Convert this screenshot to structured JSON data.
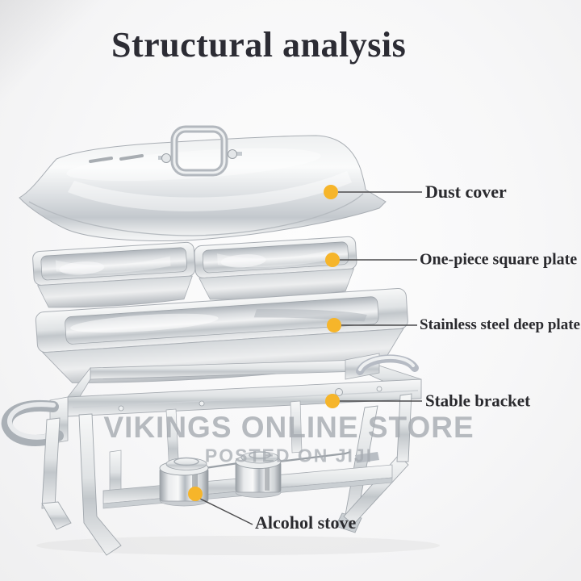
{
  "title": "Structural analysis",
  "product": {
    "name": "chafing-dish",
    "parts": [
      {
        "icon": "dust-cover-lid",
        "label": "Dust cover"
      },
      {
        "icon": "square-food-pan",
        "label": "One-piece square plate"
      },
      {
        "icon": "deep-food-pan",
        "label": "Stainless steel deep plate"
      },
      {
        "icon": "folding-stand-bracket",
        "label": "Stable bracket"
      },
      {
        "icon": "fuel-canister",
        "label": "Alcohol stove"
      }
    ]
  },
  "watermark": {
    "store": "VIKINGS ONLINE STORE",
    "source": "POSTED ON JIJI"
  },
  "colors": {
    "marker": "#f6b52a",
    "title_text": "#2c2c34",
    "label_text": "#2a2a2e",
    "callout_line": "#4b4b4d",
    "watermark_text": "#a6abb1",
    "metal_light": "#f4f5f6",
    "metal_dark": "#b9bec4"
  }
}
